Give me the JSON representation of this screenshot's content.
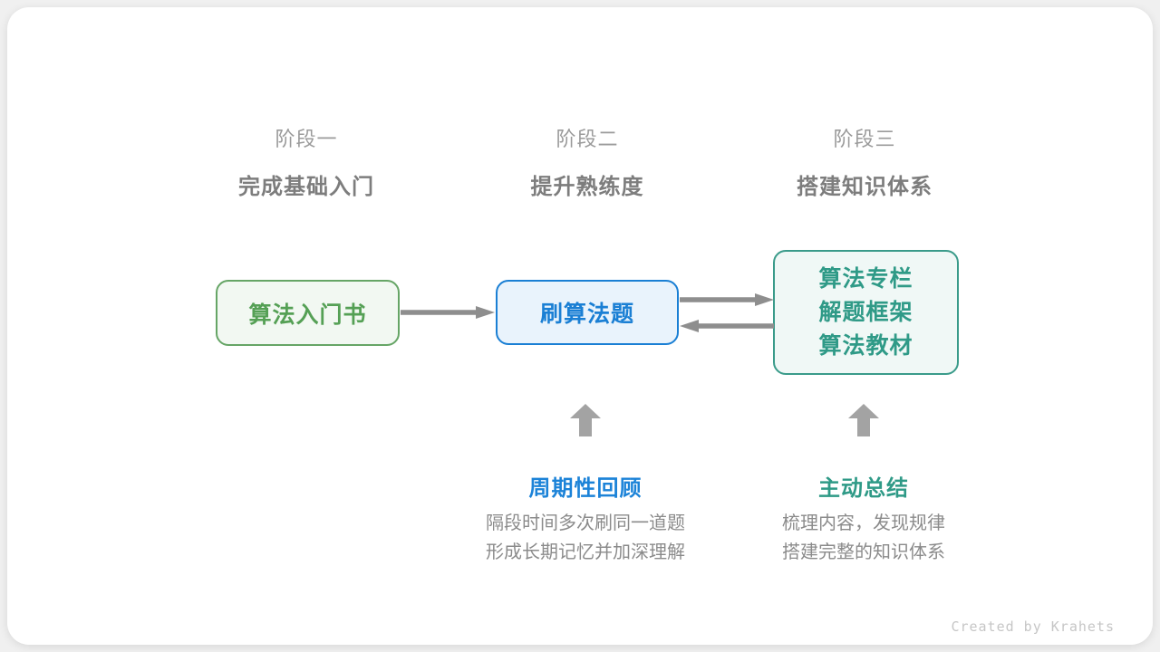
{
  "stages": [
    {
      "title": "阶段一",
      "subtitle": "完成基础入门"
    },
    {
      "title": "阶段二",
      "subtitle": "提升熟练度"
    },
    {
      "title": "阶段三",
      "subtitle": "搭建知识体系"
    }
  ],
  "nodes": {
    "intro_book": {
      "label": "算法入门书"
    },
    "practice": {
      "label": "刷算法题"
    },
    "resources": {
      "lines": [
        "算法专栏",
        "解题框架",
        "算法教材"
      ]
    }
  },
  "annotations": {
    "review": {
      "label": "周期性回顾",
      "desc": [
        "隔段时间多次刷同一道题",
        "形成长期记忆并加深理解"
      ]
    },
    "summarize": {
      "label": "主动总结",
      "desc": [
        "梳理内容，发现规律",
        "搭建完整的知识体系"
      ]
    }
  },
  "credit": "Created by Krahets",
  "colors": {
    "canvas_bg": "#f0f0f0",
    "card_bg": "#ffffff",
    "green_border": "#66a566",
    "green_bg": "#f2f8f2",
    "green_text": "#55a055",
    "blue_border": "#1a7fd4",
    "blue_bg": "#e9f3fc",
    "blue_text": "#1a7fd4",
    "blue_label": "#1c83d8",
    "teal_border": "#3a9b8a",
    "teal_bg": "#f0f8f6",
    "teal_text": "#2f9a87",
    "connector_gray": "#8e8e8e",
    "up_arrow_gray": "#a3a3a3",
    "stage_title_gray": "#9b9b9b",
    "stage_subtitle_gray": "#7d7d7d",
    "desc_gray": "#8b8b8b",
    "credit_gray": "#c6c6c6"
  }
}
